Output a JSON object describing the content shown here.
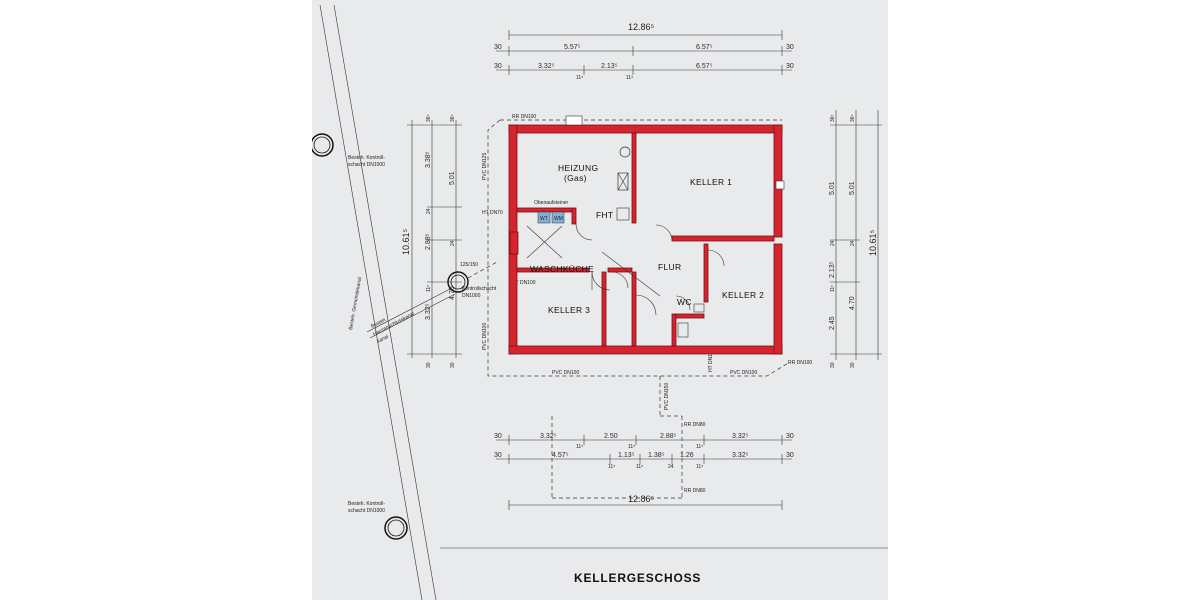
{
  "plan": {
    "title": "KELLERGESCHOSS",
    "rooms": {
      "heizung": "HEIZUNG",
      "heizung_sub": "(Gas)",
      "keller1": "KELLER  1",
      "keller2": "KELLER  2",
      "keller3": "KELLER  3",
      "waschkueche": "WASCHKÜCHE",
      "flur": "FLUR",
      "wc": "WC",
      "fht": "FHT"
    },
    "fixtures": {
      "wt": "WT",
      "wm": "WM",
      "obenaufsteiner": "Obenaufsteiner"
    },
    "pipes": {
      "rr_dn100": "RR  DN100",
      "pvc_dn100": "PVC  DN100",
      "pvc_dn125": "PVC  DN125",
      "ht_dn70": "HT  DN70",
      "ht_dn100": "HT  DN100",
      "rr_dn80": "RR  DN80",
      "pvc_dn150": "PVC  DN150",
      "mass_125_150": "125/150"
    },
    "annotations": {
      "kontroll_schacht": "Kontrollschacht",
      "kontroll_dn": "DN1000",
      "bestehend_top": "Besteh.  Kontroll-",
      "schacht_top": "schacht  DN1000",
      "bestehend_bottom": "Besteh.  Kontroll-",
      "schacht_bottom": "schacht  DN1000",
      "bestehend_kanal": "Besteh.  Gemeindekanal",
      "bestehend_hk": "Besteh.",
      "hausanschluss": "Hausanschlusskanal",
      "kanal": "kanal"
    },
    "dims": {
      "top_total": "12.86⁵",
      "top_row1": [
        "30",
        "5.57⁵",
        "6.57⁵",
        "30"
      ],
      "top_row2": [
        "30",
        "3.32⁵",
        "2.13⁵",
        "6.57⁵",
        "30"
      ],
      "top_row2_sub": [
        "11⁵",
        "11⁵"
      ],
      "left_outer": [
        "36⁵",
        "5.01",
        "24",
        "4.70",
        "30"
      ],
      "left_outer_total": "10.61⁵",
      "left_inner": [
        "36⁵",
        "3.38⁵",
        "24",
        "2.88⁵",
        "11⁵",
        "3.32⁵",
        "30"
      ],
      "right_outer": [
        "36⁵",
        "5.01",
        "24",
        "4.70",
        "30"
      ],
      "right_outer_total": "10.61⁵",
      "right_inner": [
        "36⁵",
        "5.01",
        "24",
        "2.13⁵",
        "11⁵",
        "2.45",
        "30"
      ],
      "bot_row1": [
        "30",
        "3.32⁵",
        "2.50",
        "2.88⁵",
        "3.32⁵",
        "30"
      ],
      "bot_row1_sub": [
        "11⁵",
        "11⁵",
        "11⁵"
      ],
      "bot_row2": [
        "30",
        "4.57⁵",
        "1.13⁵",
        "1.38⁵",
        "1.26",
        "3.32⁵",
        "30"
      ],
      "bot_row2_sub": [
        "11⁵",
        "11⁵",
        "24",
        "11⁵"
      ],
      "bot_total": "12.86⁵"
    }
  }
}
